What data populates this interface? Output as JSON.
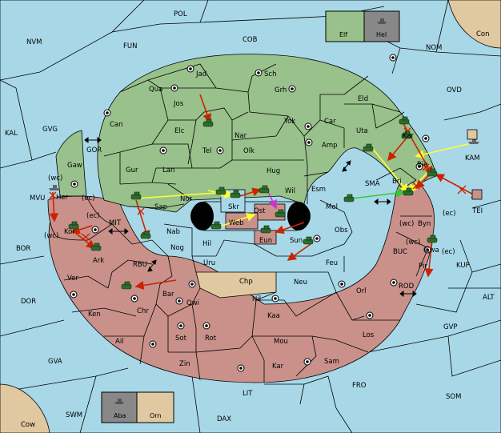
{
  "colors": {
    "sea": "#a8d8e8",
    "player_green": "#99c18b",
    "player_red": "#c9918a",
    "neutral_tan": "#e0c8a0",
    "home_grey": "#888888",
    "arrow_move": "#cc2200",
    "arrow_support": "#ffff33",
    "arrow_convoy": "#33cc33",
    "arrow_retreat": "#cc33cc"
  },
  "legend_top": {
    "green_label": "Elf",
    "grey_label": "Hel"
  },
  "legend_bottom": {
    "grey_label": "Aba",
    "tan_label": "Orn"
  },
  "labels": {
    "pol": "POL",
    "nvm": "NVM",
    "fun": "FUN",
    "cob": "COB",
    "nom": "NOM",
    "con": "Con",
    "ovd": "OVD",
    "kal": "KAL",
    "gvg": "GVG",
    "gor": "GOR",
    "gaw": "Gaw",
    "mvu": "MVU",
    "her": "Her",
    "wc1": "(wc)",
    "ec1": "(ec)",
    "kor": "Kor",
    "wc2": "(wc)",
    "ec2": "(ec)",
    "mit": "MIT",
    "bor": "BOR",
    "ark": "Ark",
    "rbu": "RBU",
    "ver": "Ver",
    "dor": "DOR",
    "ken": "Ken",
    "ail": "Ail",
    "gva": "GVA",
    "swm": "SWM",
    "cow": "Cow",
    "lit": "LIT",
    "dax": "DAX",
    "fro": "FRO",
    "som": "SOM",
    "gvp": "GVP",
    "alt": "ALT",
    "kup": "KUP",
    "buc": "BUC",
    "rod": "ROD",
    "tei": "TEI",
    "kam": "KAM",
    "sma": "SMA",
    "jad": "Jad",
    "sch": "Sch",
    "qua": "Qua",
    "jos": "Jos",
    "grh": "Grh",
    "can": "Can",
    "elc": "Elc",
    "nar": "Nar",
    "yok": "Yok",
    "car": "Car",
    "eld": "Eld",
    "uta": "Uta",
    "kar1": "Kar",
    "amp": "Amp",
    "tel": "Tel",
    "olk": "Olk",
    "gur": "Gur",
    "lan": "Lan",
    "hug": "Hug",
    "nor": "Nor",
    "skr": "Skr",
    "wil": "Wil",
    "esm": "Esm",
    "bri": "Bri",
    "rie": "Rie",
    "sap": "Sap",
    "web": "Web",
    "ost": "Ost",
    "mel": "Mel",
    "obs": "Obs",
    "byn": "Byn",
    "ec3": "(ec)",
    "wc3": "(wc)",
    "gwa": "Gwa",
    "ec4": "(ec)",
    "wc4": "(wc)",
    "nab": "Nab",
    "eun": "Eun",
    "sun": "Sun",
    "hil": "Hil",
    "nog": "Nog",
    "uru": "Uru",
    "feu": "Feu",
    "pir": "Pir",
    "chp": "Chp",
    "neu": "Neu",
    "orl": "Orl",
    "bar": "Bar",
    "qwi": "Qwi",
    "nil": "Nil",
    "chr": "Chr",
    "kaa": "Kaa",
    "los": "Los",
    "sot": "Sot",
    "rot": "Rot",
    "mou": "Mou",
    "zin": "Zin",
    "kar2": "Kar",
    "sam": "Sam"
  }
}
